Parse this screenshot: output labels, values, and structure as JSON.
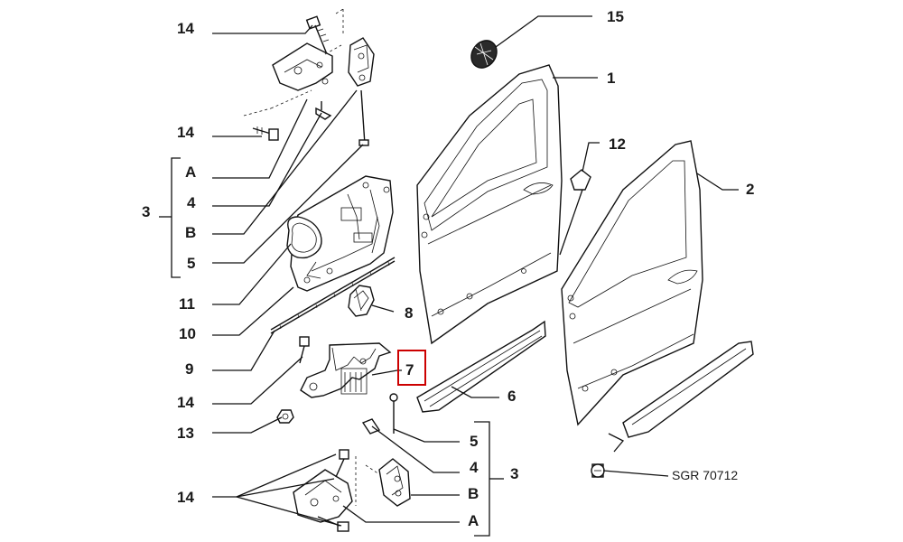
{
  "callouts": {
    "c14_top": "14",
    "c14_mid": "14",
    "cA_top": "A",
    "c4_top": "4",
    "c3_top": "3",
    "cB_top": "B",
    "c5_top": "5",
    "c11": "11",
    "c10": "10",
    "c9": "9",
    "c14_lower": "14",
    "c13": "13",
    "c14_bottom": "14",
    "c15": "15",
    "c1": "1",
    "c12": "12",
    "c2": "2",
    "c8": "8",
    "c7": "7",
    "c6": "6",
    "c5_bottom": "5",
    "c4_bottom": "4",
    "c3_bottom": "3",
    "cB_bottom": "B",
    "cA_bottom": "A"
  },
  "reference_code": "SGR 70712",
  "highlight": {
    "label": "7",
    "color": "#cc0000"
  }
}
